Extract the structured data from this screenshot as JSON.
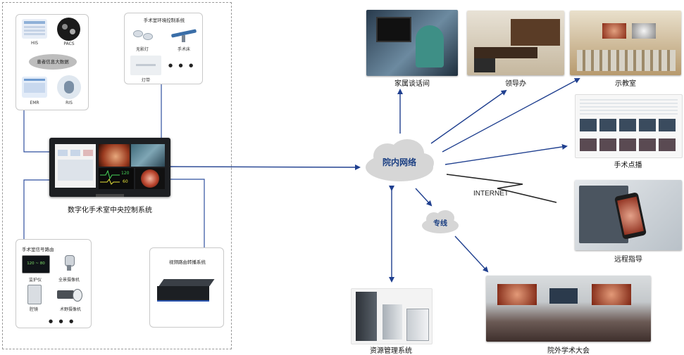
{
  "left_panel": {
    "info_systems": {
      "his": "HIS",
      "pacs": "PACS",
      "center": "患者信息大数据",
      "emr": "EMR",
      "ris": "RIS"
    },
    "env_control": {
      "title": "手术室环境控制系统",
      "items": [
        "无影灯",
        "手术床",
        "灯带"
      ],
      "more": "● ● ●"
    },
    "central": {
      "title": "数字化手术室中央控制系统",
      "monitor_values": [
        "120",
        "60"
      ]
    },
    "signal_routing": {
      "title": "手术室信号路由",
      "items": [
        "监护仪",
        "全景摄像机",
        "腔镜",
        "术野摄像机"
      ],
      "monitor_value": "120 ~ 80",
      "more": "● ● ●"
    },
    "video_routing": {
      "title": "视频路由转播系统"
    }
  },
  "network": {
    "hospital_network": "院内网络",
    "dedicated_line": "专线",
    "internet": "INTERNET"
  },
  "destinations": {
    "family": "家属谈话间",
    "leader": "领导办",
    "classroom": "示教室",
    "vod": "手术点播",
    "remote": "远程指导",
    "resource": "资源管理系统",
    "conference": "院外学术大会"
  },
  "colors": {
    "arrow": "#1f3f8f",
    "cloud": "#d8d8d8",
    "line": "#2f4f9f"
  }
}
